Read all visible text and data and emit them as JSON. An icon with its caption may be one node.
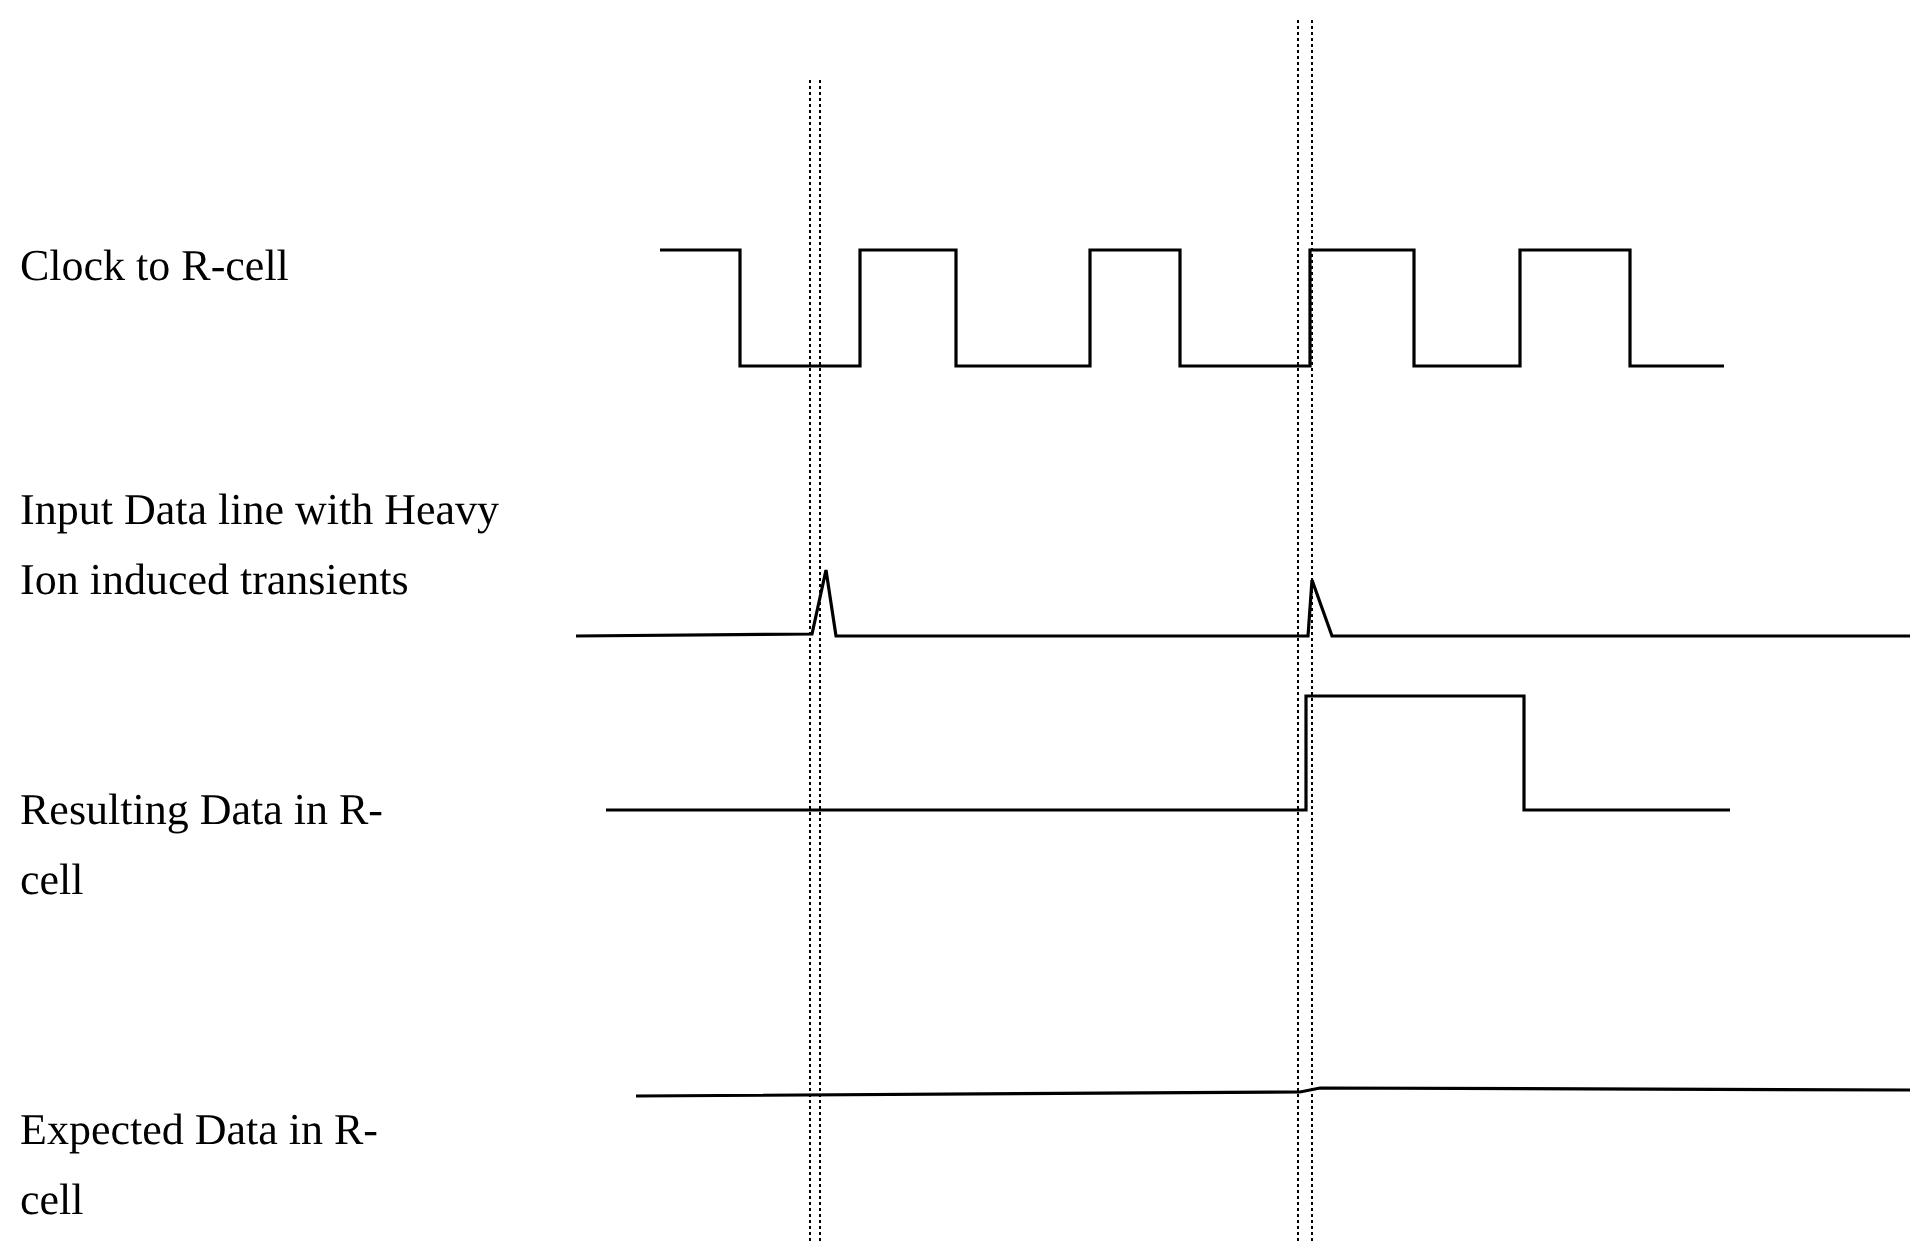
{
  "diagram": {
    "labels": [
      "Clock to R-cell",
      "Input Data line with Heavy Ion induced transients",
      "Resulting Data in R-cell",
      "Expected Data in R-cell"
    ]
  }
}
